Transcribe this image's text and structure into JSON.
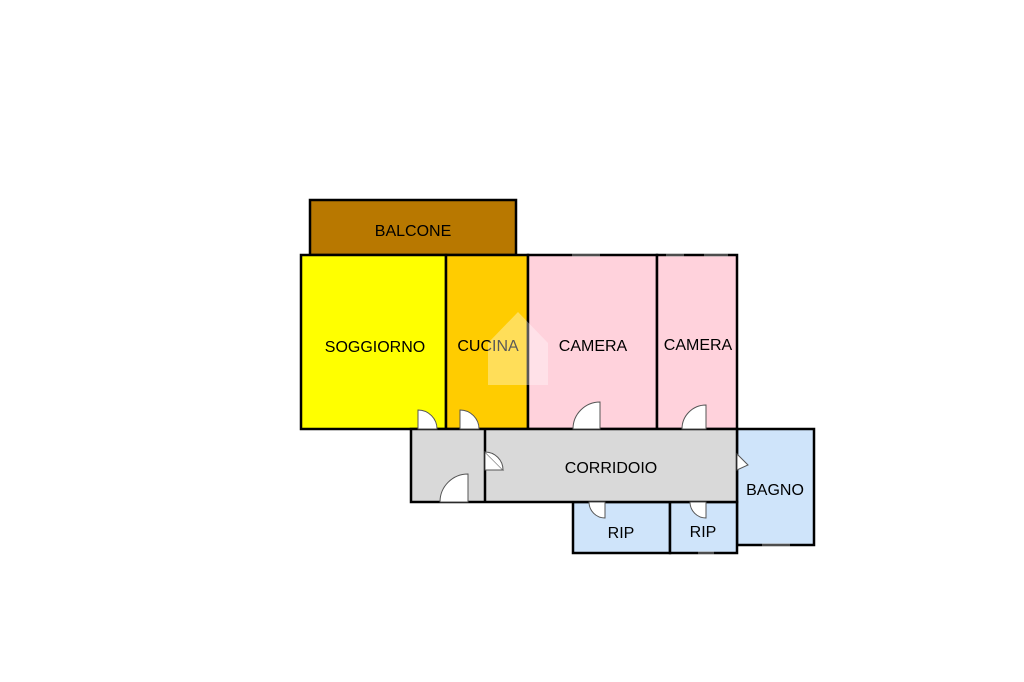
{
  "rooms": [
    {
      "id": "balcone",
      "label": "BALCONE",
      "color": "#b87800"
    },
    {
      "id": "soggiorno",
      "label": "SOGGIORNO",
      "color": "#ffff00"
    },
    {
      "id": "cucina",
      "label": "CUCINA",
      "color": "#ffcc00"
    },
    {
      "id": "camera1",
      "label": "CAMERA",
      "color": "#ffd2dc"
    },
    {
      "id": "camera2",
      "label": "CAMERA",
      "color": "#ffd2dc"
    },
    {
      "id": "corridoio",
      "label": "CORRIDOIO",
      "color": "#d9d9d9"
    },
    {
      "id": "bagno",
      "label": "BAGNO",
      "color": "#cfe4fa"
    },
    {
      "id": "rip1",
      "label": "RIP",
      "color": "#cfe4fa"
    },
    {
      "id": "rip2",
      "label": "RIP",
      "color": "#cfe4fa"
    }
  ]
}
